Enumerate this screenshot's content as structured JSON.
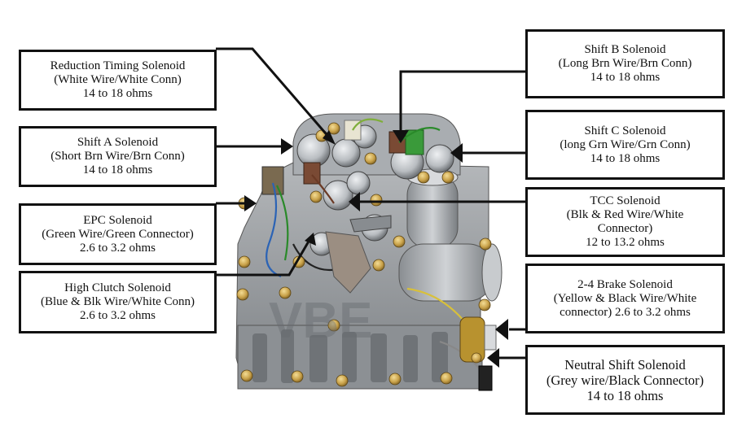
{
  "watermark": "VBE",
  "colors": {
    "casting": "#9a9da0",
    "casting_dark": "#6e7276",
    "solenoid": "#b9bdc1",
    "brass": "#c9a24a",
    "connector_brown": "#7a4a34",
    "connector_green": "#3a9a3a",
    "box_border": "#111111"
  },
  "callouts": [
    {
      "id": "reduction-timing",
      "title": "Reduction Timing Solenoid",
      "lines": [
        "(White Wire/White Conn)",
        "14 to 18 ohms"
      ]
    },
    {
      "id": "shift-a",
      "title": "Shift A Solenoid",
      "lines": [
        "(Short Brn Wire/Brn Conn)",
        "14 to 18 ohms"
      ]
    },
    {
      "id": "epc",
      "title": "EPC Solenoid",
      "lines": [
        "(Green Wire/Green Connector)",
        "2.6 to 3.2 ohms"
      ]
    },
    {
      "id": "high-clutch",
      "title": "High Clutch Solenoid",
      "lines": [
        "(Blue & Blk Wire/White Conn)",
        "2.6 to 3.2 ohms"
      ]
    },
    {
      "id": "shift-b",
      "title": "Shift B Solenoid",
      "lines": [
        "(Long Brn Wire/Brn Conn)",
        "14 to 18 ohms"
      ]
    },
    {
      "id": "shift-c",
      "title": "Shift C Solenoid",
      "lines": [
        "(long Grn Wire/Grn Conn)",
        "14 to 18 ohms"
      ]
    },
    {
      "id": "tcc",
      "title": "TCC Solenoid",
      "lines": [
        "(Blk & Red Wire/White",
        "Connector)",
        "12 to 13.2 ohms"
      ]
    },
    {
      "id": "brake-2-4",
      "title": "2-4 Brake Solenoid",
      "lines": [
        "(Yellow & Black Wire/White",
        "connector) 2.6 to 3.2 ohms"
      ]
    },
    {
      "id": "neutral-shift",
      "title": "Neutral Shift Solenoid",
      "lines": [
        "(Grey wire/Black Connector)",
        "14 to 18 ohms"
      ]
    }
  ]
}
